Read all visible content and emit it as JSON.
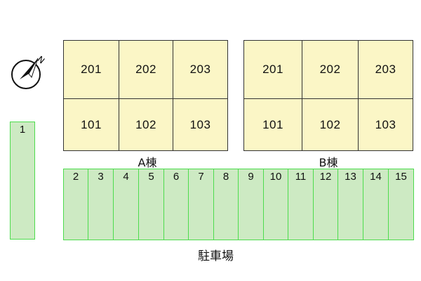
{
  "compass": {
    "north_label": "N"
  },
  "buildings": [
    {
      "label": "A棟",
      "upper_units": [
        "201",
        "202",
        "203"
      ],
      "lower_units": [
        "101",
        "102",
        "103"
      ]
    },
    {
      "label": "B棟",
      "upper_units": [
        "201",
        "202",
        "203"
      ],
      "lower_units": [
        "101",
        "102",
        "103"
      ]
    }
  ],
  "parking": {
    "label": "駐車場",
    "isolated_space": "1",
    "row_spaces": [
      "2",
      "3",
      "4",
      "5",
      "6",
      "7",
      "8",
      "9",
      "10",
      "11",
      "12",
      "13",
      "14",
      "15"
    ]
  },
  "colors": {
    "unit_fill": "#fbf6c6",
    "unit_border": "#333333",
    "parking_fill": "#cdeac3",
    "parking_border": "#4ddc4d"
  }
}
